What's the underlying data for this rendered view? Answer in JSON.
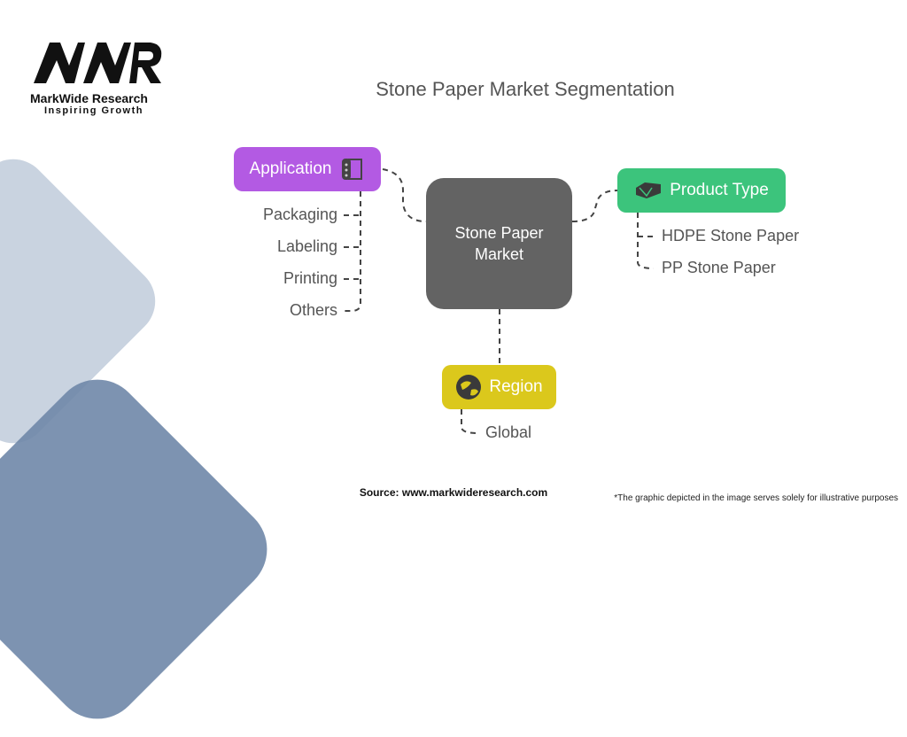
{
  "logo": {
    "brand": "MarkWide Research",
    "tagline": "Inspiring Growth",
    "mark": "MWR"
  },
  "title": "Stone Paper Market Segmentation",
  "center": {
    "line1": "Stone Paper",
    "line2": "Market",
    "color": "#636363"
  },
  "segments": [
    {
      "label": "Application",
      "icon": "paper-roll-icon",
      "color": "#b35ae3",
      "items": [
        "Packaging",
        "Labeling",
        "Printing",
        "Others"
      ]
    },
    {
      "label": "Product Type",
      "icon": "stone-block-icon",
      "color": "#3cc47c",
      "items": [
        "HDPE Stone Paper",
        "PP Stone Paper"
      ]
    },
    {
      "label": "Region",
      "icon": "globe-icon",
      "color": "#dbc81c",
      "items": [
        "Global"
      ]
    }
  ],
  "source": "Source: www.markwideresearch.com",
  "disclaimer": "*The graphic depicted in the image serves solely for illustrative purposes"
}
